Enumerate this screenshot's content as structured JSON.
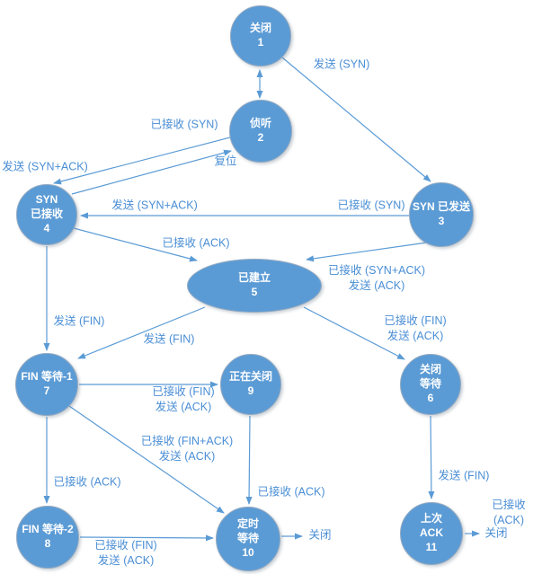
{
  "colors": {
    "node_fill": "#5b9bd5",
    "node_text": "#ffffff",
    "edge_line": "#5b9bd5",
    "edge_label_text": "#4a8ed5",
    "background": "#ffffff"
  },
  "nodes": [
    {
      "id": "closed",
      "text": "关闭\n1"
    },
    {
      "id": "listen",
      "text": "侦听\n2"
    },
    {
      "id": "syn-sent",
      "text": "SYN 已发送\n3"
    },
    {
      "id": "syn-received",
      "text": "SYN\n已接收\n4"
    },
    {
      "id": "established",
      "text": "已建立\n5"
    },
    {
      "id": "close-wait",
      "text": "关闭\n等待\n6"
    },
    {
      "id": "fin-wait-1",
      "text": "FIN 等待-1\n7"
    },
    {
      "id": "fin-wait-2",
      "text": "FIN 等待-2\n8"
    },
    {
      "id": "closing",
      "text": "正在关闭\n9"
    },
    {
      "id": "time-wait",
      "text": "定时\n等待\n10"
    },
    {
      "id": "last-ack",
      "text": "上次\nACK\n11"
    }
  ],
  "edge_labels": [
    {
      "text": "发送 (SYN)"
    },
    {
      "text": "已接收 (SYN)"
    },
    {
      "text": "发送 (SYN+ACK)"
    },
    {
      "text": "复位"
    },
    {
      "text": "发送 (SYN+ACK)"
    },
    {
      "text": "已接收 (SYN)"
    },
    {
      "text": "已接收 (ACK)"
    },
    {
      "text": "已接收 (SYN+ACK)\n发送 (ACK)"
    },
    {
      "text": "发送 (FIN)"
    },
    {
      "text": "发送 (FIN)"
    },
    {
      "text": "已接收 (FIN)\n发送 (ACK)"
    },
    {
      "text": "已接收 (FIN)\n发送 (ACK)"
    },
    {
      "text": "已接收 (FIN+ACK)\n发送 (ACK)"
    },
    {
      "text": "已接收 (ACK)"
    },
    {
      "text": "已接收 (ACK)"
    },
    {
      "text": "已接收 (FIN)\n发送 (ACK)"
    },
    {
      "text": "发送 (FIN)"
    },
    {
      "text": "已接收 (ACK)"
    },
    {
      "text": "关闭"
    },
    {
      "text": "关闭"
    }
  ]
}
